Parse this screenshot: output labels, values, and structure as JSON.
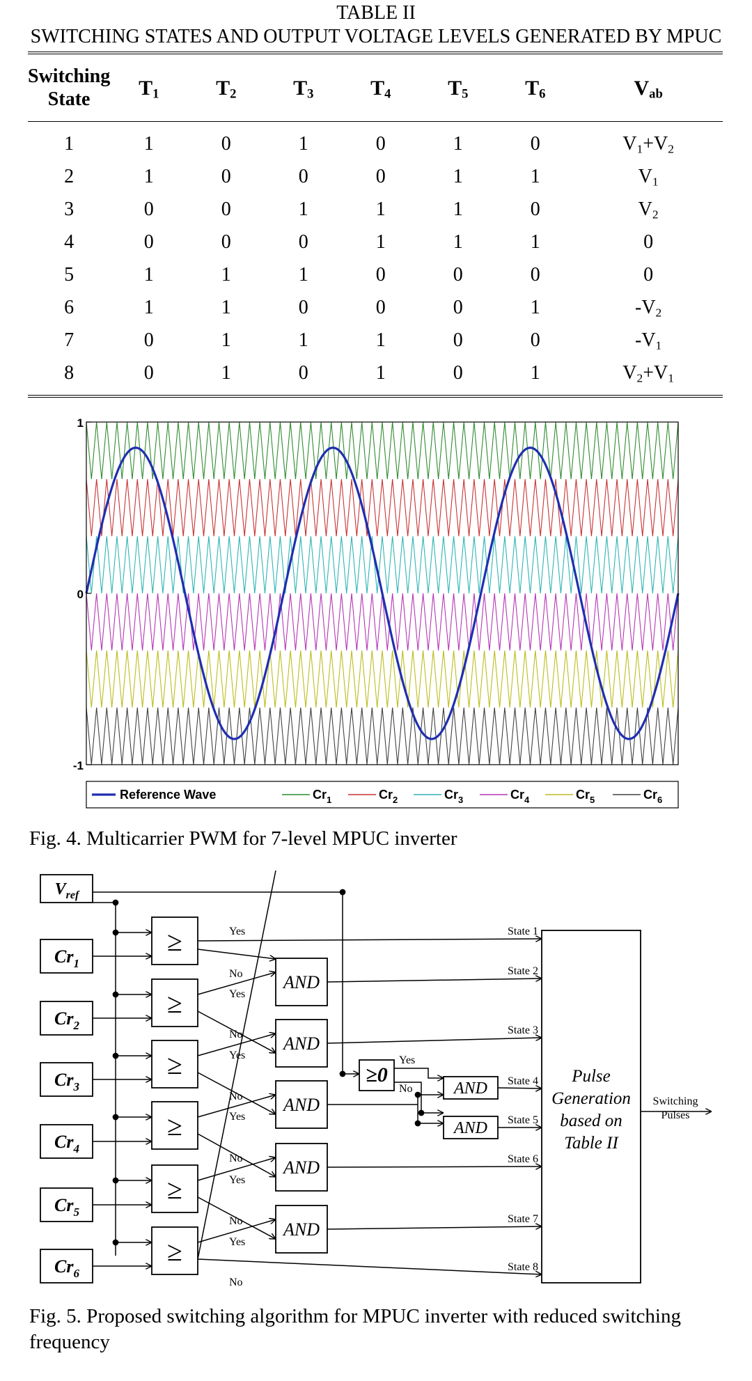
{
  "table": {
    "label": "TABLE II",
    "title": "SWITCHING STATES AND OUTPUT VOLTAGE LEVELS GENERATED BY MPUC",
    "headers": {
      "state_line1": "Switching",
      "state_line2": "State",
      "t": [
        "T",
        "T",
        "T",
        "T",
        "T",
        "T"
      ],
      "t_sub": [
        "1",
        "2",
        "3",
        "4",
        "5",
        "6"
      ],
      "vab": "V",
      "vab_sub": "ab"
    },
    "rows": [
      {
        "state": "1",
        "t": [
          "1",
          "0",
          "1",
          "0",
          "1",
          "0"
        ],
        "vab": {
          "a": "V",
          "a_sub": "1",
          "op": "+",
          "b": "V",
          "b_sub": "2"
        }
      },
      {
        "state": "2",
        "t": [
          "1",
          "0",
          "0",
          "0",
          "1",
          "1"
        ],
        "vab": {
          "a": "V",
          "a_sub": "1",
          "op": "",
          "b": "",
          "b_sub": ""
        }
      },
      {
        "state": "3",
        "t": [
          "0",
          "0",
          "1",
          "1",
          "1",
          "0"
        ],
        "vab": {
          "a": "V",
          "a_sub": "2",
          "op": "",
          "b": "",
          "b_sub": ""
        }
      },
      {
        "state": "4",
        "t": [
          "0",
          "0",
          "0",
          "1",
          "1",
          "1"
        ],
        "vab": {
          "a": "0",
          "a_sub": "",
          "op": "",
          "b": "",
          "b_sub": ""
        }
      },
      {
        "state": "5",
        "t": [
          "1",
          "1",
          "1",
          "0",
          "0",
          "0"
        ],
        "vab": {
          "a": "0",
          "a_sub": "",
          "op": "",
          "b": "",
          "b_sub": ""
        }
      },
      {
        "state": "6",
        "t": [
          "1",
          "1",
          "0",
          "0",
          "0",
          "1"
        ],
        "vab": {
          "a": "-V",
          "a_sub": "2",
          "op": "",
          "b": "",
          "b_sub": ""
        }
      },
      {
        "state": "7",
        "t": [
          "0",
          "1",
          "1",
          "1",
          "0",
          "0"
        ],
        "vab": {
          "a": "-V",
          "a_sub": "1",
          "op": "",
          "b": "",
          "b_sub": ""
        }
      },
      {
        "state": "8",
        "t": [
          "0",
          "1",
          "0",
          "1",
          "0",
          "1"
        ],
        "vab": {
          "a": "V",
          "a_sub": "2",
          "op": "+",
          "b": "V",
          "b_sub": "1"
        }
      }
    ]
  },
  "chart_data": {
    "type": "line",
    "title": "",
    "xlabel": "",
    "ylabel": "",
    "ylim": [
      -1,
      1
    ],
    "yticks": [
      "1",
      "0",
      "-1"
    ],
    "grid": false,
    "legend_placement": "bottom",
    "reference": {
      "name": "Reference Wave",
      "amplitude": 0.85,
      "cycles": 3,
      "color": "#1f2fb0"
    },
    "carriers": {
      "cycles": 58,
      "series": [
        {
          "name": "Cr",
          "sub": "1",
          "min": 0.6667,
          "max": 1.0,
          "color": "#2e8b2e"
        },
        {
          "name": "Cr",
          "sub": "2",
          "min": 0.3333,
          "max": 0.6667,
          "color": "#c83232"
        },
        {
          "name": "Cr",
          "sub": "3",
          "min": 0.0,
          "max": 0.3333,
          "color": "#2fb4b4"
        },
        {
          "name": "Cr",
          "sub": "4",
          "min": -0.3333,
          "max": 0.0,
          "color": "#b436b4"
        },
        {
          "name": "Cr",
          "sub": "5",
          "min": -0.6667,
          "max": -0.3333,
          "color": "#bcbc1e"
        },
        {
          "name": "Cr",
          "sub": "6",
          "min": -1.0,
          "max": -0.6667,
          "color": "#404040"
        }
      ]
    }
  },
  "fig4": {
    "caption": "Fig. 4.   Multicarrier PWM for 7-level MPUC inverter"
  },
  "fig5": {
    "caption": "Fig. 5.   Proposed switching algorithm for MPUC inverter with reduced switching frequency",
    "vref": {
      "main": "V",
      "sub": "ref"
    },
    "carriers": [
      {
        "main": "Cr",
        "sub": "1"
      },
      {
        "main": "Cr",
        "sub": "2"
      },
      {
        "main": "Cr",
        "sub": "3"
      },
      {
        "main": "Cr",
        "sub": "4"
      },
      {
        "main": "Cr",
        "sub": "5"
      },
      {
        "main": "Cr",
        "sub": "6"
      }
    ],
    "comparator_symbol": "≥",
    "zero_comparator": "≥0",
    "and_label": "AND",
    "yes_label": "Yes",
    "no_label": "No",
    "states": [
      "State 1",
      "State 2",
      "State 3",
      "State 4",
      "State 5",
      "State 6",
      "State 7",
      "State 8"
    ],
    "pulse_block": [
      "Pulse",
      "Generation",
      "based on",
      "Table II"
    ],
    "output": [
      "Switching",
      "Pulses"
    ]
  }
}
